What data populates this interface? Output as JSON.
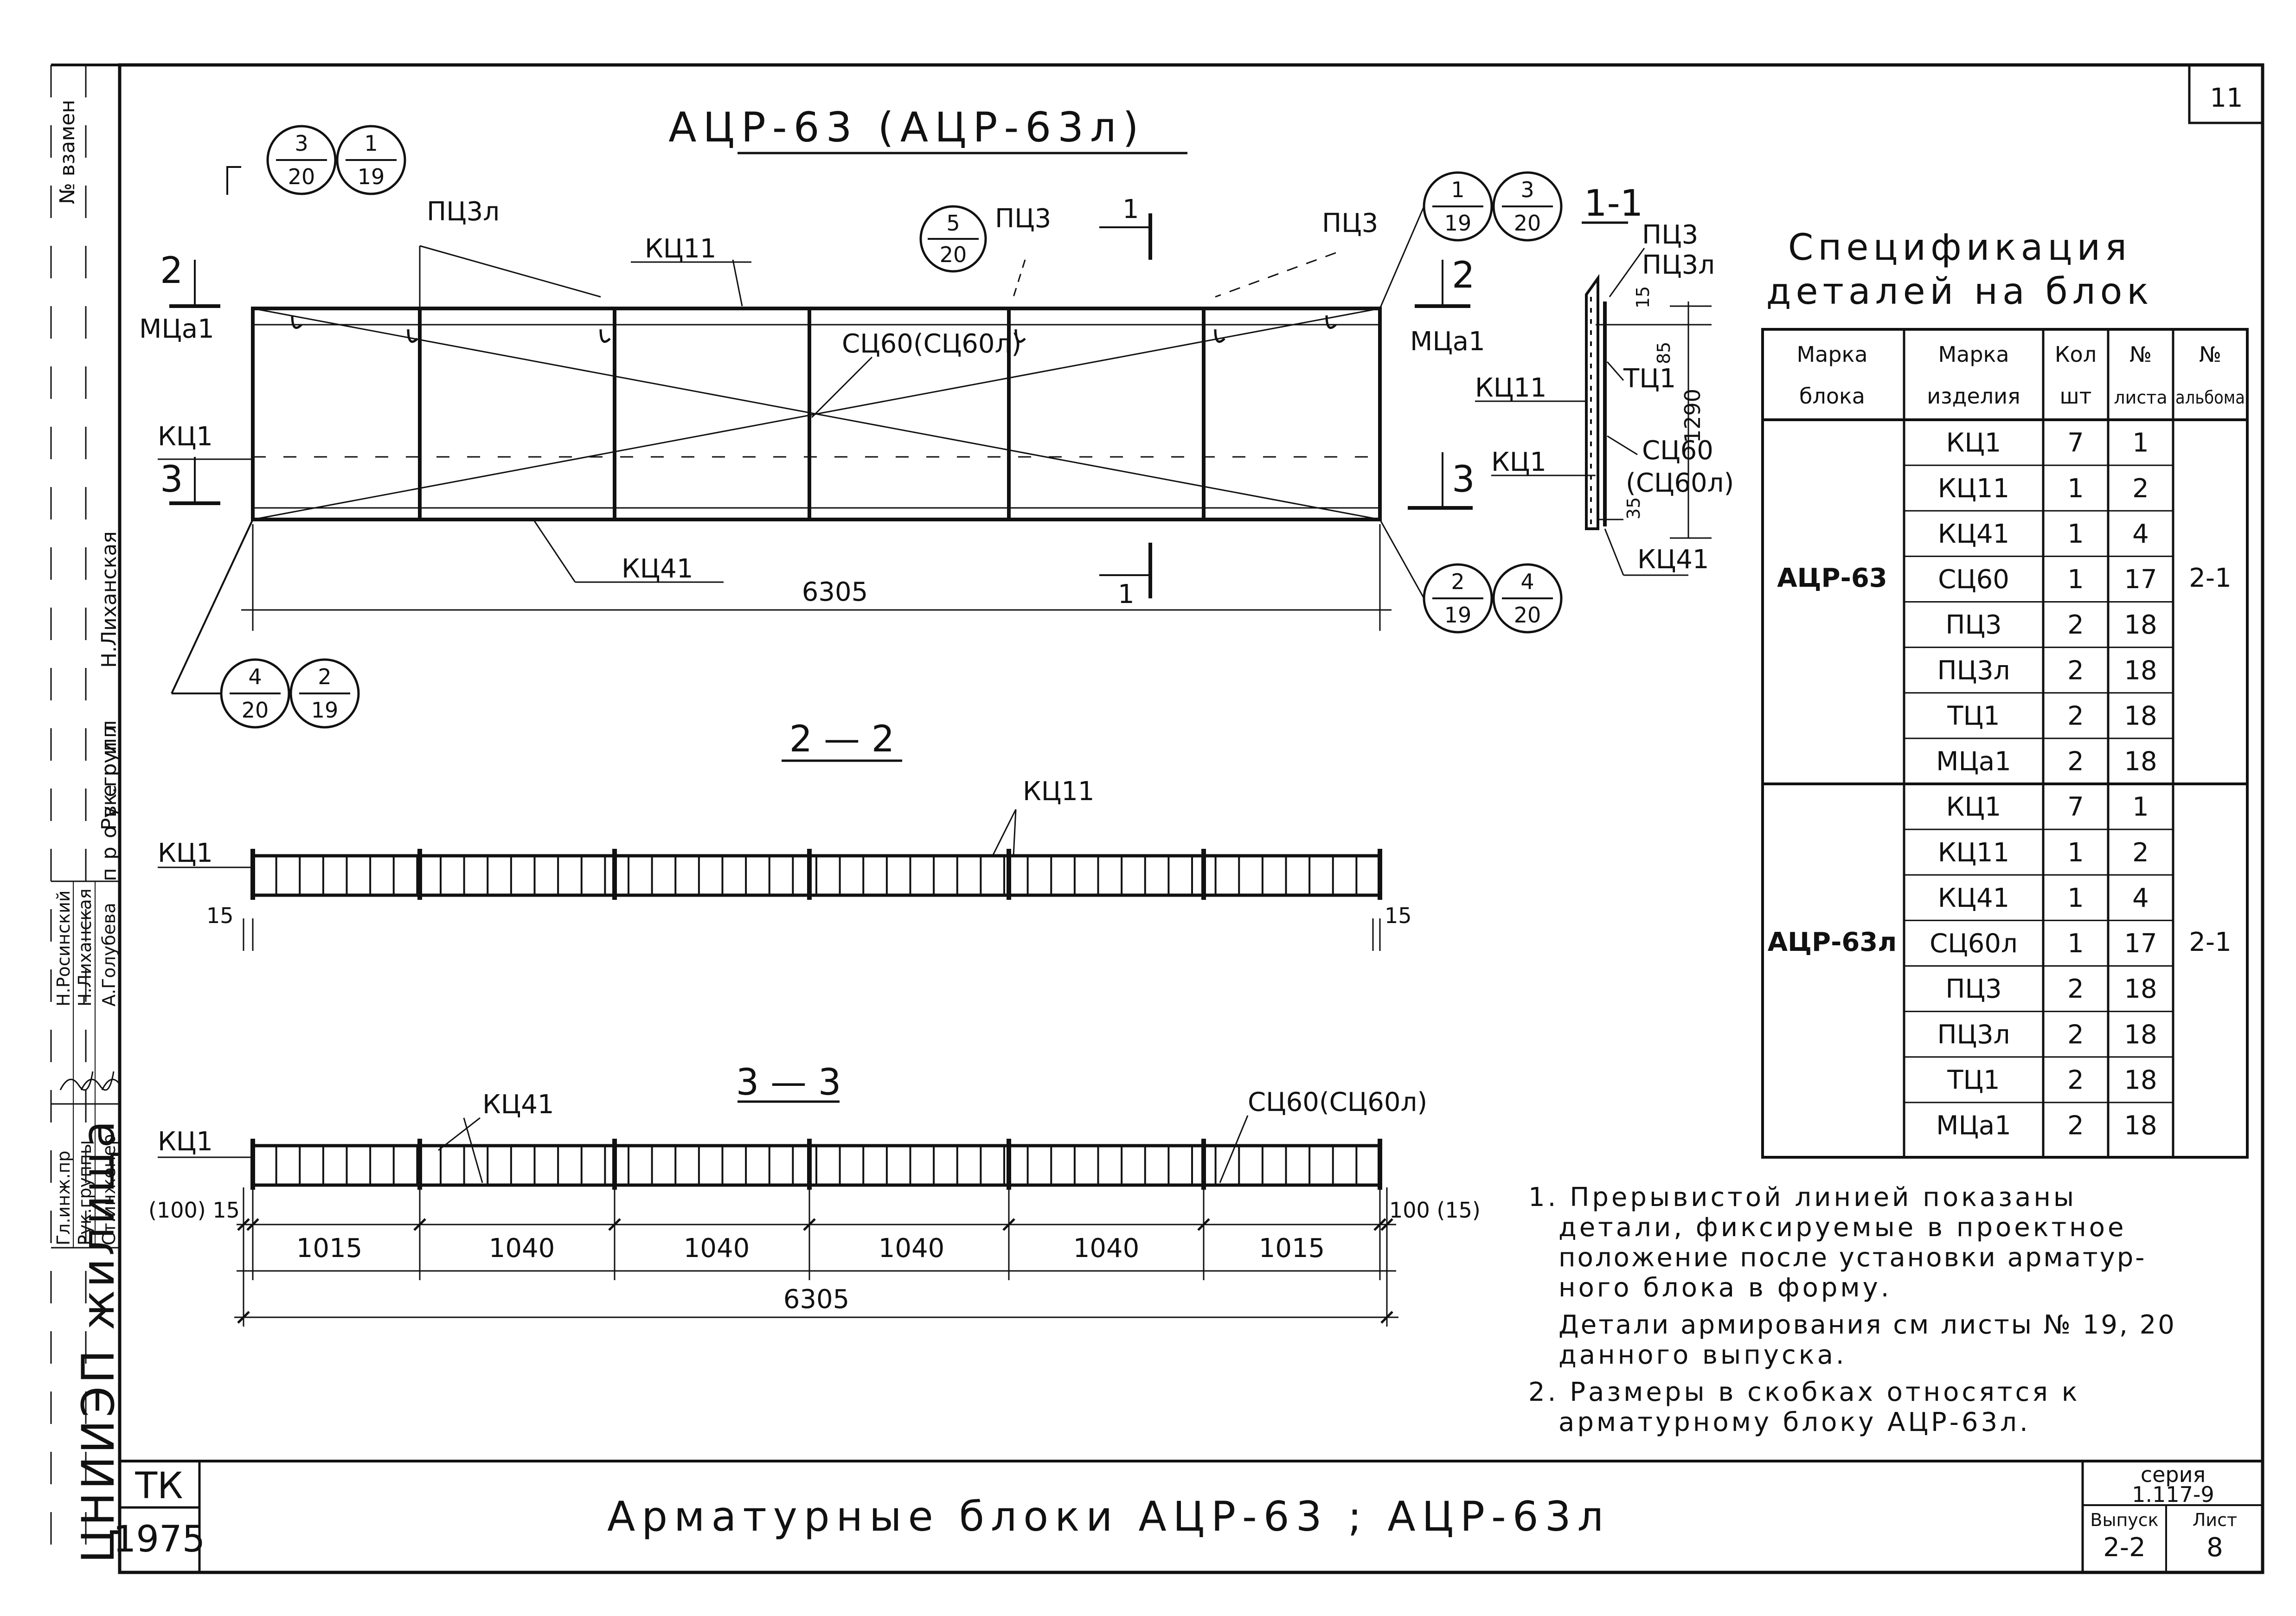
{
  "sheet_number": "11",
  "drawing_title": "АЦР-63 (АЦР-63л)",
  "bubbles": {
    "top_left": [
      {
        "num": "3",
        "den": "20"
      },
      {
        "num": "1",
        "den": "19"
      }
    ],
    "center": {
      "num": "5",
      "den": "20"
    },
    "top_right": [
      {
        "num": "1",
        "den": "19"
      },
      {
        "num": "3",
        "den": "20"
      }
    ],
    "bottom_right": [
      {
        "num": "2",
        "den": "19"
      },
      {
        "num": "4",
        "den": "20"
      }
    ],
    "bottom_left": [
      {
        "num": "4",
        "den": "20"
      },
      {
        "num": "2",
        "den": "19"
      }
    ]
  },
  "plan_labels": {
    "pts3l": "ПЦ3л",
    "kts11": "КЦ11",
    "pts3_center": "ПЦ3",
    "pts3_right": "ПЦ3",
    "cut_1": "1",
    "cut_1_bottom": "1",
    "section_1_1": "1-1",
    "cut_2": "2",
    "cut_2_right": "2",
    "cut_3": "3",
    "cut_3_right": "3",
    "mtsa1_left": "МЦа1",
    "mtsa1_right": "МЦа1",
    "kts1": "КЦ1",
    "sts60": "СЦ60(СЦ60л)",
    "kts41": "КЦ41",
    "length": "6305"
  },
  "section_1_1": {
    "pts3": "ПЦ3",
    "pts3l": "ПЦ3л",
    "kts11": "КЦ11",
    "kts1": "КЦ1",
    "tts1": "ТЦ1",
    "sts60": "СЦ60",
    "sts60l": "(СЦ60л)",
    "kts41": "КЦ41",
    "dim_15": "15",
    "dim_85": "85",
    "dim_1290": "1290",
    "dim_35": "35"
  },
  "section_2_2": {
    "title": "2 — 2",
    "kts11": "КЦ11",
    "kts1": "КЦ1",
    "dim_left": "15",
    "dim_right": "15"
  },
  "section_3_3": {
    "title": "3 — 3",
    "kts41": "КЦ41",
    "sts60": "СЦ60(СЦ60л)",
    "kts1": "КЦ1",
    "dim_left": "(100) 15",
    "dim_right": "100 (15)",
    "spans": [
      "1015",
      "1040",
      "1040",
      "1040",
      "1040",
      "1015"
    ],
    "total": "6305"
  },
  "specification": {
    "title_line1": "Спецификация",
    "title_line2": "деталей на блок",
    "headers": [
      "Марка блока",
      "Марка изделия",
      "Кол шт",
      "№ листа",
      "№ альбома"
    ],
    "header_line1": [
      "Марка",
      "Марка",
      "Кол",
      "№",
      "№"
    ],
    "header_line2": [
      "блока",
      "изделия",
      "шт",
      "листа",
      "альбома"
    ],
    "groups": [
      {
        "block": "АЦР-63",
        "album": "2-1",
        "rows": [
          [
            "КЦ1",
            "7",
            "1"
          ],
          [
            "КЦ11",
            "1",
            "2"
          ],
          [
            "КЦ41",
            "1",
            "4"
          ],
          [
            "СЦ60",
            "1",
            "17"
          ],
          [
            "ПЦ3",
            "2",
            "18"
          ],
          [
            "ПЦ3л",
            "2",
            "18"
          ],
          [
            "ТЦ1",
            "2",
            "18"
          ],
          [
            "МЦа1",
            "2",
            "18"
          ]
        ]
      },
      {
        "block": "АЦР-63л",
        "album": "2-1",
        "rows": [
          [
            "КЦ1",
            "7",
            "1"
          ],
          [
            "КЦ11",
            "1",
            "2"
          ],
          [
            "КЦ41",
            "1",
            "4"
          ],
          [
            "СЦ60л",
            "1",
            "17"
          ],
          [
            "ПЦ3",
            "2",
            "18"
          ],
          [
            "ПЦ3л",
            "2",
            "18"
          ],
          [
            "ТЦ1",
            "2",
            "18"
          ],
          [
            "МЦа1",
            "2",
            "18"
          ]
        ]
      }
    ]
  },
  "notes": [
    "1. Прерывистой линией показаны",
    "детали, фиксируемые в проектное",
    "положение после установки арматур-",
    "ного блока в форму.",
    "Детали армирования см листы № 19, 20",
    "данного выпуска.",
    "2. Размеры в скобках относятся к",
    "арматурному блоку АЦР-63л."
  ],
  "title_block": {
    "tk": "ТК",
    "year": "1975",
    "title": "Арматурные блоки АЦР-63 ; АЦР-63л",
    "series_label": "серия",
    "series": "1.117-9",
    "issue_label": "Выпуск",
    "issue": "2-2",
    "sheet_label": "Лист",
    "sheet": "8"
  },
  "side_stamp": {
    "vzamen": "№ взамен",
    "proverka": "проверил",
    "roles": [
      "Гл.инж.пр",
      "Рук.группы",
      "Ст.инженер"
    ],
    "names": [
      "Н.Росинский",
      "Н.Лиханская",
      "А.Голубева"
    ],
    "checker_role": "Рук.групп",
    "checker_name": "Н.Лиханская",
    "org": "ЦНИИЭП жилища"
  }
}
